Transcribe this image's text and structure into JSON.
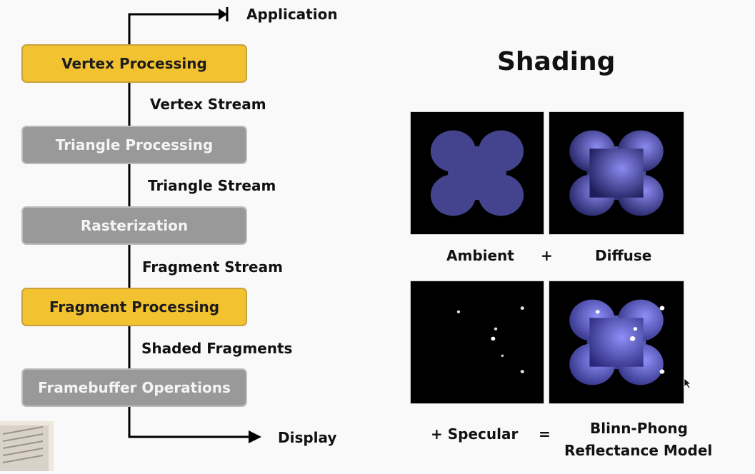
{
  "pipeline": {
    "input": "Application",
    "output": "Display",
    "stages": [
      {
        "label": "Vertex Processing",
        "style": "yellow"
      },
      {
        "label": "Triangle Processing",
        "style": "gray"
      },
      {
        "label": "Rasterization",
        "style": "gray"
      },
      {
        "label": "Fragment Processing",
        "style": "yellow"
      },
      {
        "label": "Framebuffer Operations",
        "style": "gray"
      }
    ],
    "streams": [
      "Vertex Stream",
      "Triangle Stream",
      "Fragment Stream",
      "Shaded Fragments"
    ]
  },
  "shading": {
    "title": "Shading",
    "ambient": "Ambient",
    "plus1": "+",
    "diffuse": "Diffuse",
    "specular": "+ Specular",
    "equals": "=",
    "result_line1": "Blinn-Phong",
    "result_line2": "Reflectance Model"
  },
  "colors": {
    "highlight_stage": "#f2c230",
    "normal_stage": "#999999",
    "shape": "#5a5ad0"
  }
}
